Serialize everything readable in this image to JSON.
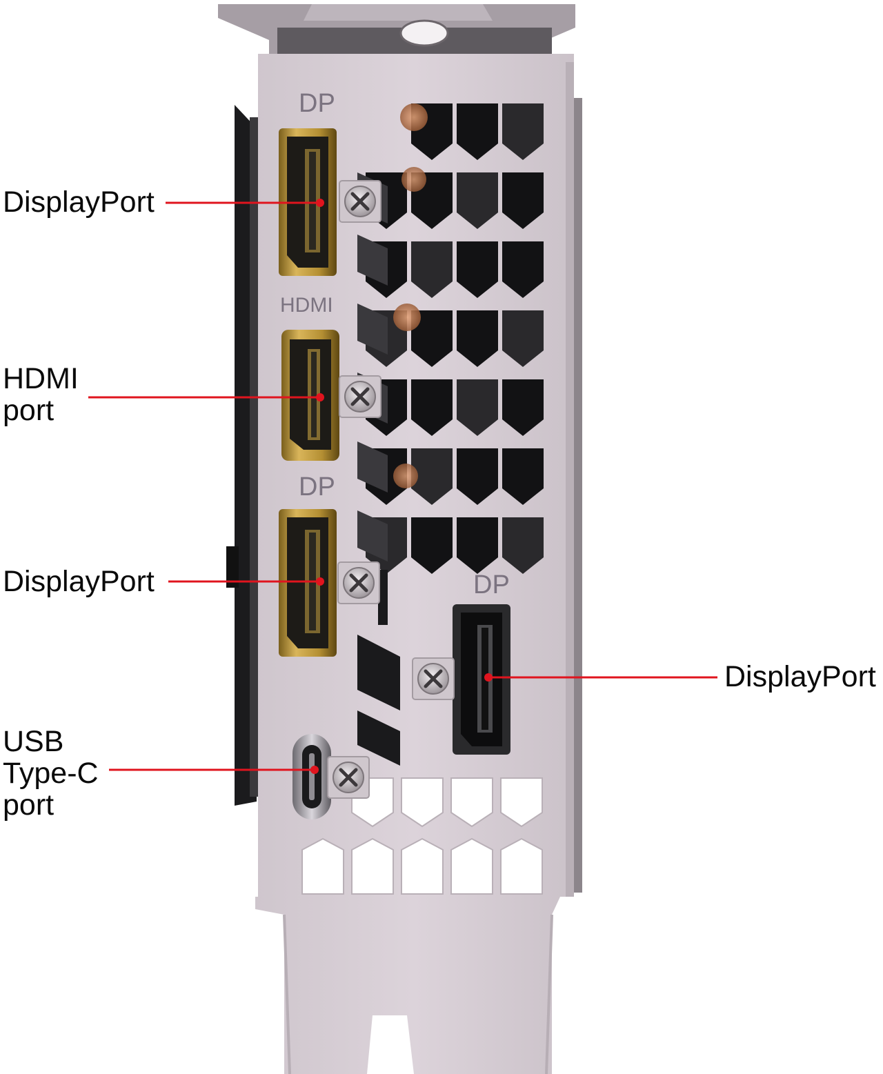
{
  "colors": {
    "bracket": "#d9d0d7",
    "bracket_shadow": "#b7aeb5",
    "leader_line": "#e0141e",
    "port_gold": "#c8a443",
    "port_dark": "#1d1b17",
    "silkscreen": "#7b7380"
  },
  "bracket_labels": {
    "dp_top": "DP",
    "hdmi": "HDMI",
    "dp_middle": "DP",
    "dp_right": "DP"
  },
  "callouts": {
    "dp1": {
      "lines": [
        "DisplayPort"
      ]
    },
    "hdmi": {
      "lines": [
        "HDMI",
        "port"
      ]
    },
    "dp2": {
      "lines": [
        "DisplayPort"
      ]
    },
    "usb_c": {
      "lines": [
        "USB",
        "Type-C",
        "port"
      ]
    },
    "dp3": {
      "lines": [
        "DisplayPort"
      ]
    }
  },
  "icons": [
    "screw-icon",
    "displayport-connector",
    "hdmi-connector",
    "usb-c-connector"
  ]
}
